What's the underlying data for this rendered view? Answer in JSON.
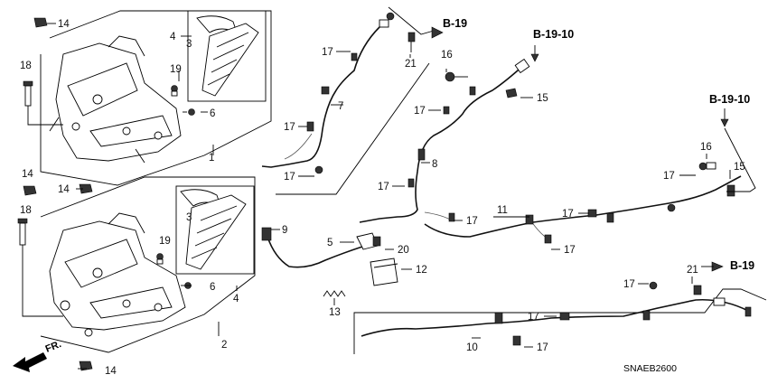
{
  "diagram": {
    "part_code": "SNAEB2600",
    "front_label": "FR.",
    "refs": {
      "b19_top": "B-19",
      "b1910_top": "B-19-10",
      "b1910_right": "B-19-10",
      "b19_right": "B-19"
    },
    "callouts": {
      "c14_a": "14",
      "c18_a": "18",
      "c4_a": "4",
      "c3_a": "3",
      "c19_a": "19",
      "c6_a": "6",
      "c1": "1",
      "c14_b": "14",
      "c14_c": "14",
      "c18_b": "18",
      "c3_b": "3",
      "c19_b": "19",
      "c6_b": "6",
      "c4_b": "4",
      "c2": "2",
      "c14_d": "14",
      "c17_a": "17",
      "c7": "7",
      "c17_b": "17",
      "c17_c": "17",
      "c21_a": "21",
      "c16_a": "16",
      "c15_a": "15",
      "c17_d": "17",
      "c8": "8",
      "c17_e": "17",
      "c17_f": "17",
      "c9": "9",
      "c5": "5",
      "c20": "20",
      "c12": "12",
      "c13": "13",
      "c11": "11",
      "c17_g": "17",
      "c17_h": "17",
      "c16_b": "16",
      "c17_i": "17",
      "c15_b": "15",
      "c21_b": "21",
      "c17_j": "17",
      "c17_k": "17",
      "c10": "10",
      "c17_l": "17"
    }
  }
}
